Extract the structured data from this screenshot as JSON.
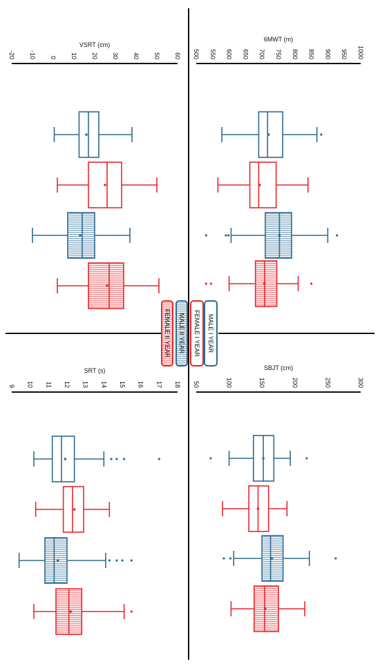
{
  "colors": {
    "male": "#2e6b91",
    "female": "#e8262b",
    "male_fill": "#b9c9d6",
    "female_fill": "#f6b3b3",
    "axis": "#111111"
  },
  "legend": [
    {
      "label": "MALE I YEAR",
      "group": "male",
      "hatched": false
    },
    {
      "label": "FEMALE I YEAR",
      "group": "female",
      "hatched": false
    },
    {
      "label": "MALE II YEAR",
      "group": "male",
      "hatched": true
    },
    {
      "label": "FEMALE II YEAR",
      "group": "female",
      "hatched": true
    }
  ],
  "chart_data": [
    {
      "type": "box",
      "title": "VSRT (cm)",
      "ticks": [
        -20,
        -10,
        0,
        10,
        20,
        30,
        40,
        50,
        60
      ],
      "xlim": [
        -20,
        60
      ],
      "series": [
        {
          "name": "MALE I YEAR",
          "min": 0.5,
          "q1": 12.5,
          "median": 17,
          "q3": 22,
          "max": 38,
          "mean": 16,
          "outliers": []
        },
        {
          "name": "FEMALE I YEAR",
          "min": 2,
          "q1": 17,
          "median": 26,
          "q3": 33,
          "max": 50,
          "mean": 25,
          "outliers": []
        },
        {
          "name": "MALE II YEAR",
          "min": -10,
          "q1": 7,
          "median": 14,
          "q3": 20,
          "max": 37,
          "mean": 13,
          "outliers": []
        },
        {
          "name": "FEMALE II YEAR",
          "min": 2,
          "q1": 17,
          "median": 27,
          "q3": 34,
          "max": 51,
          "mean": 26,
          "outliers": []
        }
      ]
    },
    {
      "type": "box",
      "title": "6MWT (m)",
      "ticks": [
        500,
        550,
        600,
        650,
        700,
        750,
        800,
        850,
        900,
        950,
        1000
      ],
      "xlim": [
        500,
        1000
      ],
      "series": [
        {
          "name": "MALE I YEAR",
          "min": 578,
          "q1": 690,
          "median": 717,
          "q3": 763,
          "max": 867,
          "mean": 720,
          "outliers": [
            880
          ]
        },
        {
          "name": "FEMALE I YEAR",
          "min": 566,
          "q1": 663,
          "median": 690,
          "q3": 743,
          "max": 840,
          "mean": 693,
          "outliers": []
        },
        {
          "name": "MALE II YEAR",
          "min": 606,
          "q1": 710,
          "median": 753,
          "q3": 790,
          "max": 900,
          "mean": 753,
          "outliers": [
            530,
            590,
            598,
            928
          ]
        },
        {
          "name": "FEMALE II YEAR",
          "min": 600,
          "q1": 680,
          "median": 708,
          "q3": 745,
          "max": 810,
          "mean": 707,
          "outliers": [
            530,
            545,
            850
          ]
        }
      ]
    },
    {
      "type": "box",
      "title": "SRT (s)",
      "ticks": [
        9,
        10,
        11,
        12,
        13,
        14,
        15,
        16,
        17,
        18
      ],
      "xlim": [
        9,
        18
      ],
      "series": [
        {
          "name": "MALE I YEAR",
          "min": 10.2,
          "q1": 11.2,
          "median": 11.7,
          "q3": 12.4,
          "max": 14,
          "mean": 11.9,
          "outliers": [
            14.4,
            14.7,
            15.1,
            17
          ]
        },
        {
          "name": "FEMALE I YEAR",
          "min": 10.3,
          "q1": 11.8,
          "median": 12.3,
          "q3": 12.9,
          "max": 14.3,
          "mean": 12.4,
          "outliers": []
        },
        {
          "name": "MALE II YEAR",
          "min": 9.4,
          "q1": 10.8,
          "median": 11.3,
          "q3": 12,
          "max": 14.1,
          "mean": 11.5,
          "outliers": [
            14.3,
            14.7,
            15,
            15.5
          ]
        },
        {
          "name": "FEMALE II YEAR",
          "min": 10.2,
          "q1": 11.4,
          "median": 12.1,
          "q3": 12.8,
          "max": 15.1,
          "mean": 12.2,
          "outliers": [
            15.5
          ]
        }
      ]
    },
    {
      "type": "box",
      "title": "SBJT (cm)",
      "ticks": [
        50,
        100,
        150,
        200,
        250,
        300
      ],
      "xlim": [
        50,
        300
      ],
      "series": [
        {
          "name": "MALE I YEAR",
          "min": 100,
          "q1": 137,
          "median": 152,
          "q3": 168,
          "max": 193,
          "mean": 152,
          "outliers": [
            72,
            218
          ]
        },
        {
          "name": "FEMALE I YEAR",
          "min": 90,
          "q1": 130,
          "median": 144,
          "q3": 160,
          "max": 188,
          "mean": 144,
          "outliers": []
        },
        {
          "name": "MALE II YEAR",
          "min": 107,
          "q1": 150,
          "median": 163,
          "q3": 182,
          "max": 222,
          "mean": 165,
          "outliers": [
            92,
            102,
            262
          ]
        },
        {
          "name": "FEMALE II YEAR",
          "min": 103,
          "q1": 138,
          "median": 154,
          "q3": 175,
          "max": 215,
          "mean": 155,
          "outliers": []
        }
      ]
    }
  ]
}
